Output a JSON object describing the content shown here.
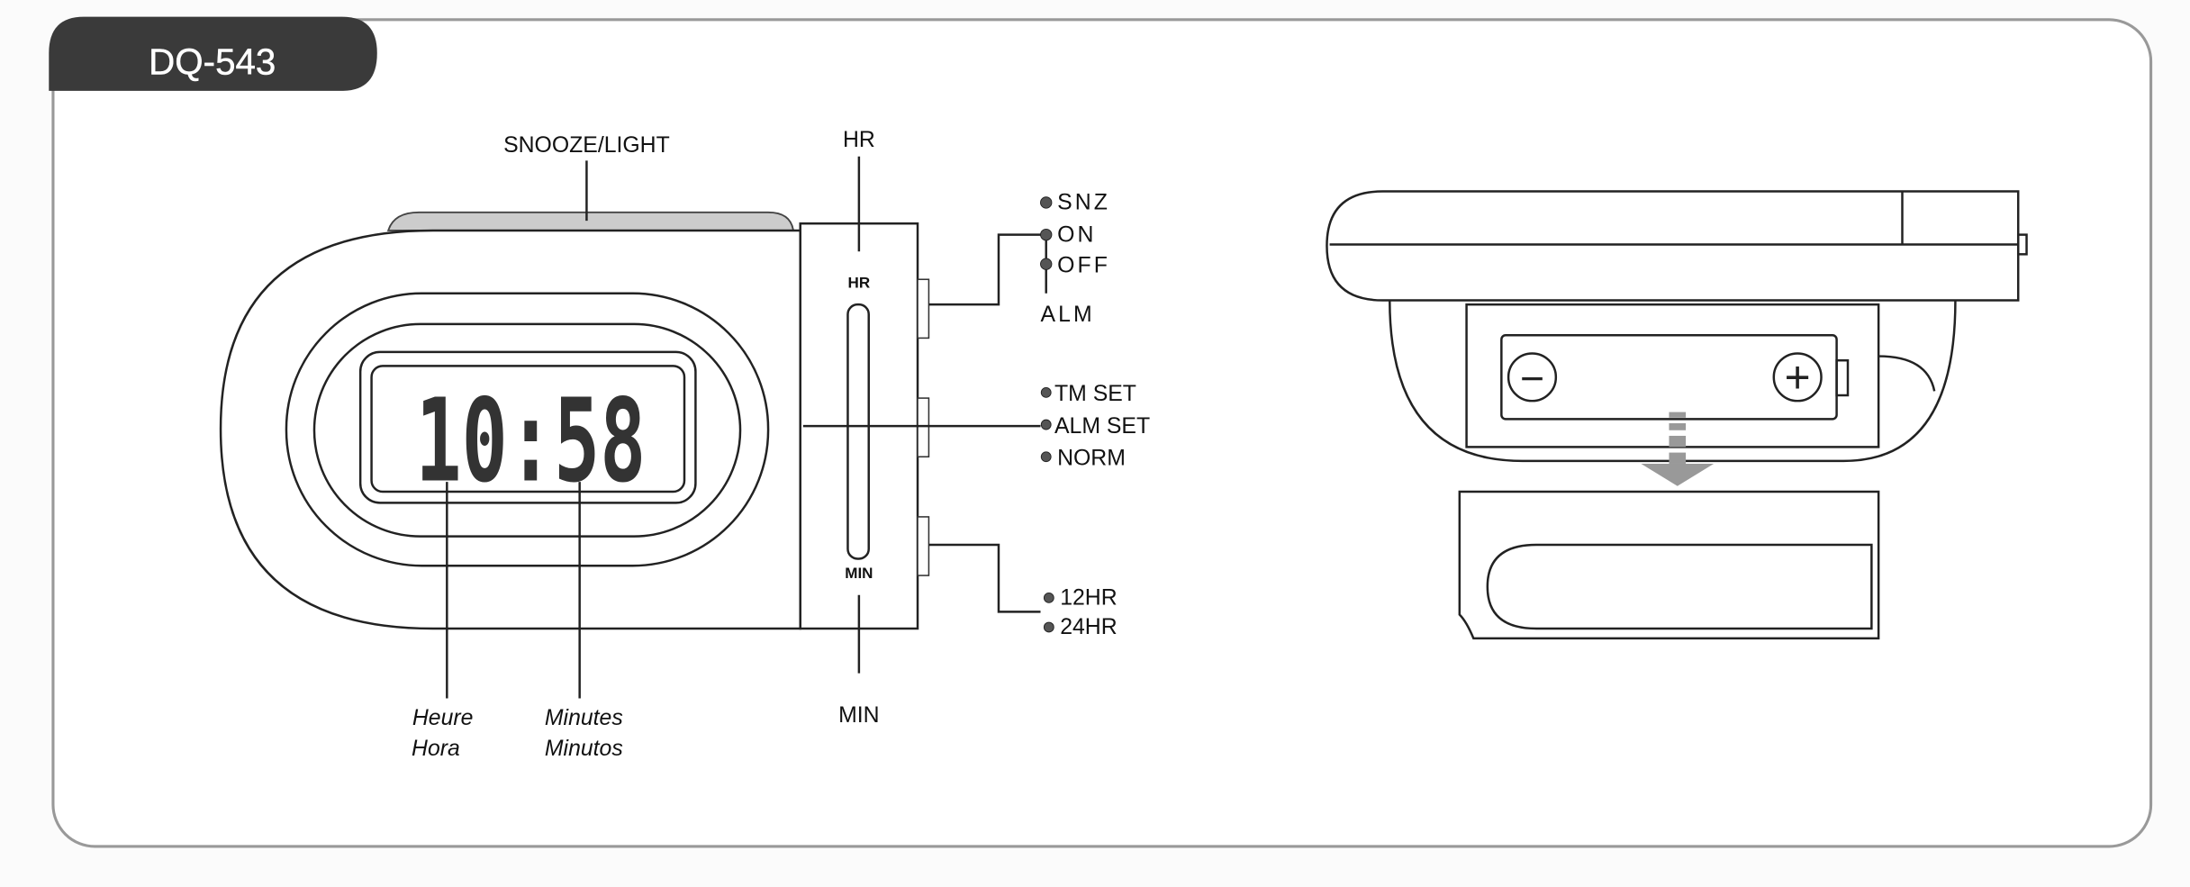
{
  "model": "DQ-543",
  "labels": {
    "snooze_light": "SNOOZE/LIGHT",
    "hr_top": "HR",
    "hr_slot": "HR",
    "min_slot": "MIN",
    "min_bottom": "MIN",
    "display_time": "10:58",
    "hour_fr": "Heure",
    "hour_es": "Hora",
    "minutes_fr": "Minutes",
    "minutes_es": "Minutos"
  },
  "alarm_switch": {
    "options": [
      "SNZ",
      "ON",
      "OFF"
    ],
    "label": "ALM"
  },
  "mode_switch": {
    "options": [
      "TM SET",
      "ALM SET",
      "NORM"
    ]
  },
  "format_switch": {
    "options": [
      "12HR",
      "24HR"
    ]
  },
  "battery": {
    "minus": "−",
    "plus": "+"
  }
}
